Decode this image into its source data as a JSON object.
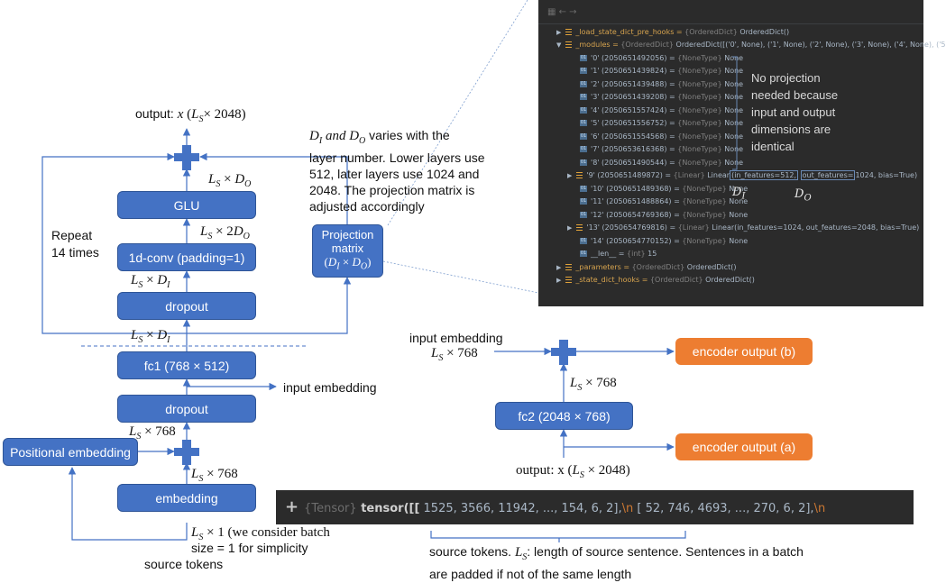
{
  "output_label": "output: x (L_S × 2048)",
  "output_label_parts": {
    "prefix": "output: ",
    "x": "x",
    "open": " (",
    "L": "L",
    "S": "S",
    "rest": "× 2048)"
  },
  "boxes": {
    "glu": "GLU",
    "conv": "1d-conv (padding=1)",
    "dropout_inner": "dropout",
    "fc1": "fc1 (768 × 512)",
    "dropout_outer": "dropout",
    "positional": "Positional embedding",
    "embedding": "embedding",
    "projection_line1": "Projection",
    "projection_line2": "matrix",
    "projection_line3": "(D_I × D_O)",
    "fc2": "fc2 (2048 × 768)",
    "encoder_b": "encoder output (b)",
    "encoder_a": "encoder output (a)"
  },
  "dims": {
    "after_glu": "L_S × D_O",
    "after_conv": "L_S × 2D_O",
    "after_dropout": "L_S × D_I",
    "residual": "L_S × D_I",
    "embed_out": "L_S × 768",
    "pos_sum": "L_S × 768",
    "src": "L_S × 1 (we consider batch",
    "fc2_out": "L_S × 768",
    "input_emb_dim": "L_S × 768"
  },
  "repeat_line1": "Repeat",
  "repeat_line2": "14 times",
  "input_embedding": "input embedding",
  "input_embedding_right": "input embedding",
  "batch_line2": "size = 1 for simplicity",
  "source_tokens": "source tokens",
  "right_output": "output: x (L_S × 2048)",
  "note_projection": {
    "line1_math": "D_I and D_O",
    "line1_rest": " varies with the",
    "line2": "layer number. Lower layers use",
    "line3": "512, later layers use 1024 and",
    "line4": "2048. The projection matrix is",
    "line5": "adjusted accordingly"
  },
  "source_note": {
    "line1_pre": "source tokens. ",
    "line1_math": "L_S",
    "line1_post": ": length of source sentence. Sentences in a batch",
    "line2": "are padded if not of the same length"
  },
  "ide": {
    "rows": [
      {
        "kind": "field",
        "text_dim": "_load_state_dict_pre_hooks = ",
        "text_type": "{OrderedDict}",
        "text": " OrderedDict()"
      },
      {
        "kind": "field-open",
        "text_dim": "_modules = ",
        "text_type": "{OrderedDict}",
        "text": " OrderedDict([('0', None), ('1', None), ('2', None), ('3', None), ('4', None), ('5"
      },
      {
        "kind": "item",
        "text": "'0' (2050651492056) = ",
        "type": "{NoneType}",
        "val": " None"
      },
      {
        "kind": "item",
        "text": "'1' (2050651439824) = ",
        "type": "{NoneType}",
        "val": " None"
      },
      {
        "kind": "item",
        "text": "'2' (2050651439488) = ",
        "type": "{NoneType}",
        "val": " None"
      },
      {
        "kind": "item",
        "text": "'3' (2050651439208) = ",
        "type": "{NoneType}",
        "val": " None"
      },
      {
        "kind": "item",
        "text": "'4' (2050651557424) = ",
        "type": "{NoneType}",
        "val": " None"
      },
      {
        "kind": "item",
        "text": "'5' (2050651556752) = ",
        "type": "{NoneType}",
        "val": " None"
      },
      {
        "kind": "item",
        "text": "'6' (2050651554568) = ",
        "type": "{NoneType}",
        "val": " None"
      },
      {
        "kind": "item",
        "text": "'7' (2050653616368) = ",
        "type": "{NoneType}",
        "val": " None"
      },
      {
        "kind": "item",
        "text": "'8' (2050651490544) = ",
        "type": "{NoneType}",
        "val": " None"
      },
      {
        "kind": "linear9",
        "text": "'9' (2050651489872) = ",
        "type": "{Linear}",
        "val": " Linear",
        "in": "(in_features=512,",
        "out": "out_features=",
        "rest": "1024, bias=True)"
      },
      {
        "kind": "item",
        "text": "'10' (2050651489368) = ",
        "type": "{NoneType}",
        "val": " None"
      },
      {
        "kind": "item",
        "text": "'11' (2050651488864) = ",
        "type": "{NoneType}",
        "val": " None"
      },
      {
        "kind": "item",
        "text": "'12' (2050654769368) = ",
        "type": "{NoneType}",
        "val": " None"
      },
      {
        "kind": "linear",
        "text": "'13' (2050654769816) = ",
        "type": "{Linear}",
        "val": " Linear(in_features=1024, out_features=2048, bias=True)"
      },
      {
        "kind": "item",
        "text": "'14' (2050654770152) = ",
        "type": "{NoneType}",
        "val": " None"
      },
      {
        "kind": "item",
        "text": "__len__ = ",
        "type": "{int}",
        "val": " 15"
      },
      {
        "kind": "field",
        "text_dim": "_parameters = ",
        "text_type": "{OrderedDict}",
        "text": " OrderedDict()"
      },
      {
        "kind": "field",
        "text_dim": "_state_dict_hooks = ",
        "text_type": "{OrderedDict}",
        "text": " OrderedDict()"
      }
    ],
    "note_line1": "No projection",
    "note_line2": "needed because",
    "note_line3": "input and output",
    "note_line4": "dimensions are",
    "note_line5": "identical",
    "di": "D_I",
    "do": "D_O"
  },
  "tensor": {
    "type": "{Tensor}",
    "fn": " tensor([[",
    "row1": " 1525,  3566, 11942,  ...,   154,     6,     2],",
    "esc": "\\n",
    "row2": "    [   52,   746,  4693,  ...,   270,     6,     2],",
    "esc2": "\\n"
  },
  "colors": {
    "blue": "#4472c4",
    "orange": "#ed7d31",
    "ide_bg": "#2b2b2b"
  }
}
